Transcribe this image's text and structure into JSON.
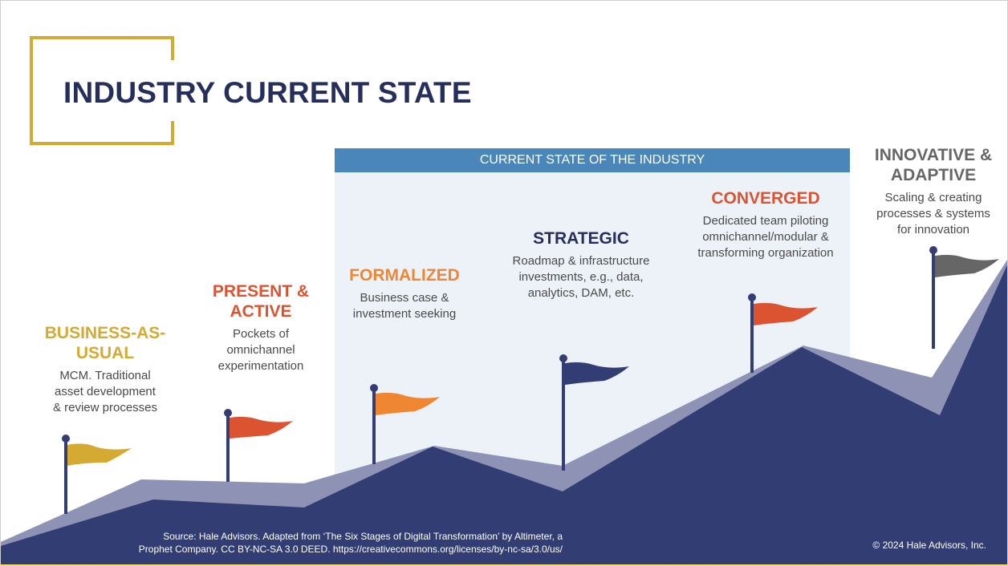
{
  "title": "INDUSTRY CURRENT STATE",
  "band_label": "CURRENT STATE OF THE INDUSTRY",
  "colors": {
    "navy": "#262f5c",
    "mountain": "#323d73",
    "ridge": "#8e93b5",
    "gold": "#d4aa33",
    "orange_red": "#dc5331",
    "orange": "#ef8632",
    "blue_band": "#4a86ba",
    "band_fill": "#edf2f9",
    "gray": "#666666"
  },
  "stages": [
    {
      "title_line1": "BUSINESS-AS-",
      "title_line2": "USUAL",
      "desc_line1": "MCM. Traditional",
      "desc_line2": "asset development",
      "desc_line3": "& review processes",
      "color": "#d4aa33"
    },
    {
      "title_line1": "PRESENT &",
      "title_line2": "ACTIVE",
      "desc_line1": "Pockets of",
      "desc_line2": "omnichannel",
      "desc_line3": "experimentation",
      "color": "#dc5331"
    },
    {
      "title_line1": "FORMALIZED",
      "desc_line1": "Business case &",
      "desc_line2": "investment seeking",
      "color": "#ef8632"
    },
    {
      "title_line1": "STRATEGIC",
      "desc_line1": "Roadmap & infrastructure",
      "desc_line2": "investments, e.g., data,",
      "desc_line3": "analytics, DAM, etc.",
      "color": "#262f5c"
    },
    {
      "title_line1": "CONVERGED",
      "desc_line1": "Dedicated team piloting",
      "desc_line2": "omnichannel/modular &",
      "desc_line3": "transforming organization",
      "color": "#dc5331"
    },
    {
      "title_line1": "INNOVATIVE &",
      "title_line2": "ADAPTIVE",
      "desc_line1": "Scaling & creating",
      "desc_line2": "processes & systems",
      "desc_line3": "for innovation",
      "color": "#666666"
    }
  ],
  "source_line1": "Source: Hale Advisors. Adapted from ‘The Six Stages of Digital Transformation’ by Altimeter, a",
  "source_line2": "Prophet Company. CC BY-NC-SA 3.0 DEED. https://creativecommons.org/licenses/by-nc-sa/3.0/us/",
  "copyright": "© 2024 Hale Advisors, Inc."
}
